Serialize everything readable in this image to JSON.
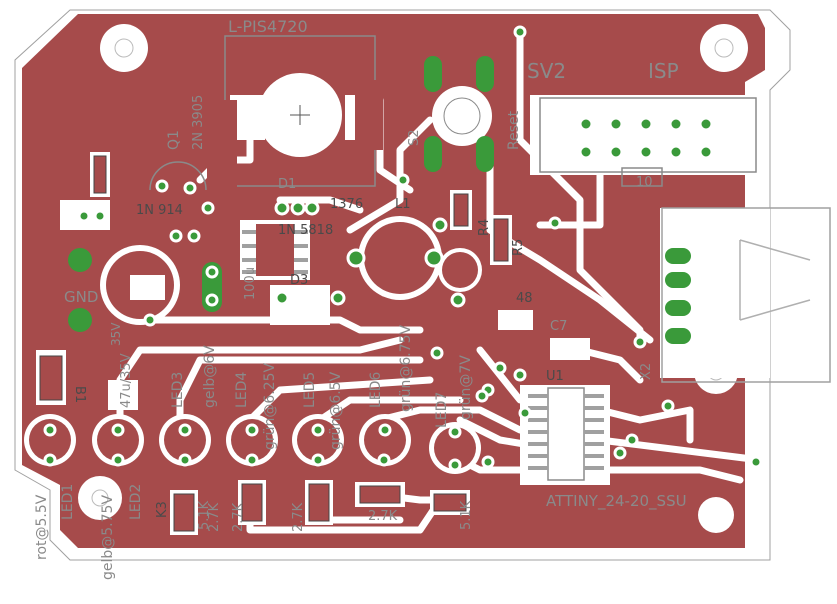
{
  "labels": {
    "inductor": "L-PIS4720",
    "q1_name": "Q1",
    "q1_type": "2N 3905",
    "d1_name": "D1",
    "d1_type": "1N 5818",
    "l1_name": "L1",
    "l1_value": "1376",
    "d2_type": "1N 914",
    "d3_name": "D3",
    "c100u": "100u",
    "sv2": "SV2",
    "isp": "ISP",
    "s2": "S2",
    "reset": "Reset",
    "isp_pin10": "10",
    "r4": "R4",
    "r5": "R5",
    "r48": "48",
    "c7": "C7",
    "u1": "U1",
    "ic": "ATTINY_24-20_SSU",
    "x2": "X2",
    "gnd": "GND",
    "b1": "B1",
    "v35": "35V",
    "cap47": "47u/35V",
    "led1": "LED1",
    "led2": "LED2",
    "led3": "LED3",
    "led4": "LED4",
    "led5": "LED5",
    "led6": "LED6",
    "led7": "LED7",
    "rot": "rot@5.5V",
    "gelb1": "gelb@5.75V",
    "gelb2": "gelb@6V",
    "gruen1": "grün@6.25V",
    "gruen2": "grün@6.5V",
    "gruen3": "grün@6.75V",
    "gruen4": "grün@7V",
    "r27k_1": "2.7K",
    "r27k_2": "2.7K",
    "r27k_3": "2.7K",
    "r27k_4": "2.7K",
    "r27k_5": "5.1K",
    "k3": "K3",
    "r5k": "5.1K"
  },
  "colors": {
    "board": "#a64b4b",
    "copper_clear": "#ffffff",
    "pad": "#3a9a3a",
    "silkscreen": "#8a8a8a"
  }
}
